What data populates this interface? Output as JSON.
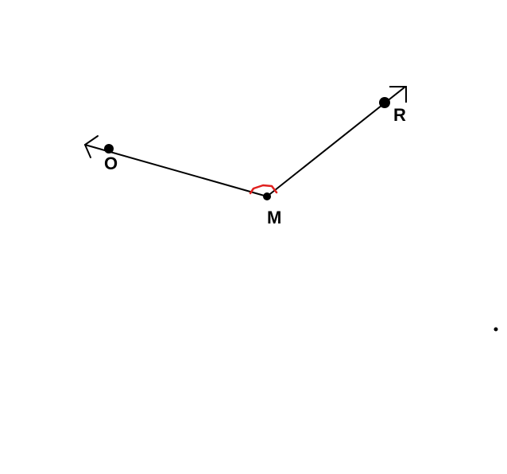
{
  "diagram": {
    "points": {
      "o": {
        "label": "O"
      },
      "m": {
        "label": "M"
      },
      "r": {
        "label": "R"
      }
    },
    "colors": {
      "line": "#000000",
      "angle_arc": "#e0201e",
      "background": "#ffffff"
    }
  }
}
